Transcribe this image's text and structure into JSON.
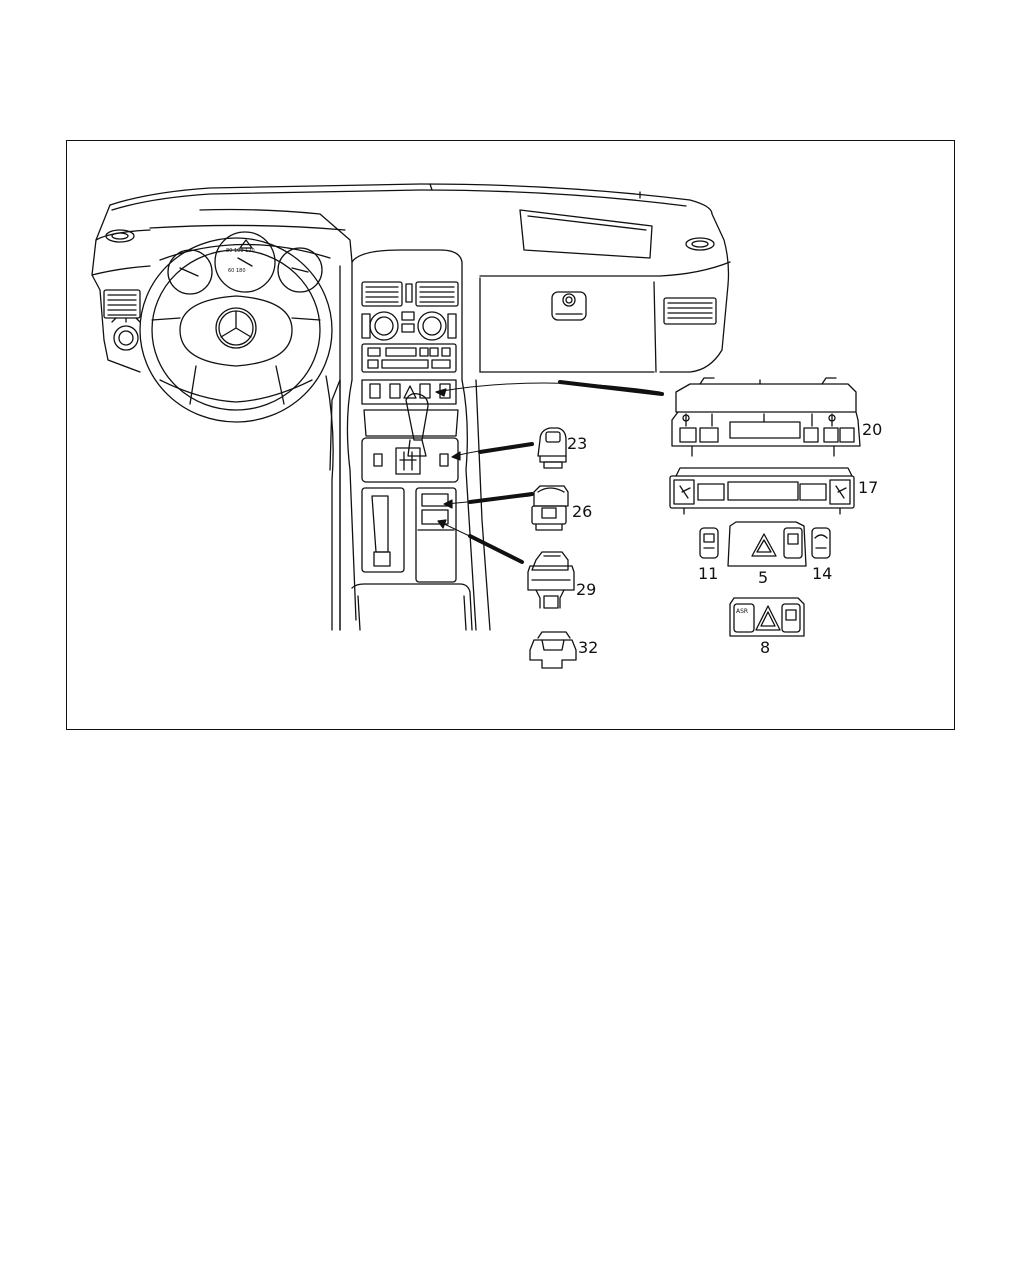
{
  "callouts": {
    "c20": "20",
    "c17": "17",
    "c23": "23",
    "c26": "26",
    "c29": "29",
    "c32": "32",
    "c11": "11",
    "c5": "5",
    "c14": "14",
    "c8": "8"
  },
  "switch_labels": {
    "asr": "ASR"
  },
  "colors": {
    "ink": "#111111",
    "paper": "#ffffff"
  }
}
